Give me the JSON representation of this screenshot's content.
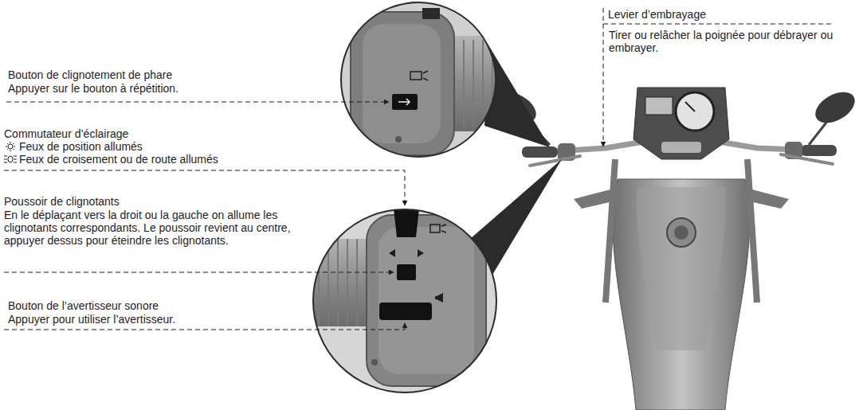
{
  "diagram": {
    "labels": [
      "Bouton de clignotement de phare",
      "Appuyer sur le bouton à répétition.",
      "Commutateur d’éclairage",
      "Feux de position allumés",
      "Feux de croisement ou de route allumés",
      "Poussoir de clignotants",
      "En le déplaçant vers la droit ou la gauche on allume les clignotants correspondants. Le poussoir revient au centre, appuyer dessus pour éteindre les clignotants.",
      "Bouton de l’avertisseur sonore",
      "Appuyer pour utiliser l’avertisseur.",
      "Levier d’embrayage",
      "Tirer ou relâcher la poignée pour débrayer ou embrayer."
    ]
  }
}
